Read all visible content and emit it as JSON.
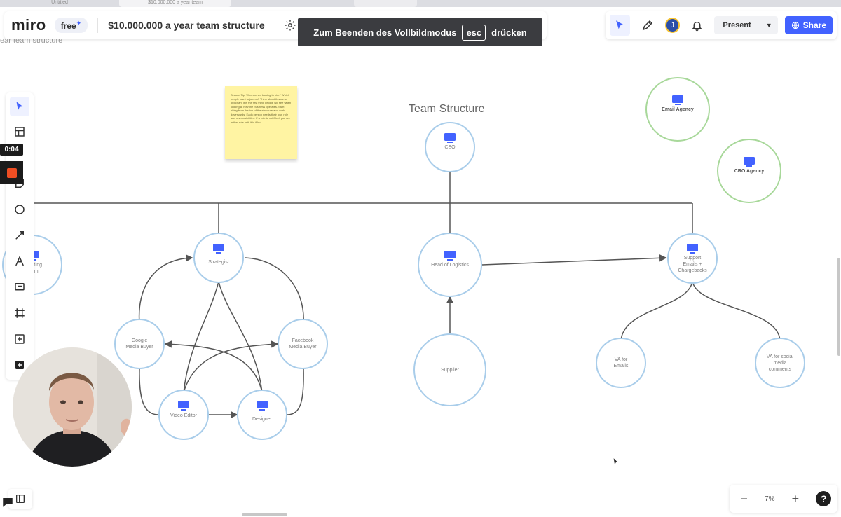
{
  "browser": {
    "tabs": [
      "Untitled",
      "$10.000.000 a year team",
      ""
    ]
  },
  "breadcrumb": "ear team structure",
  "topbar": {
    "logo": "miro",
    "plan_badge": "free",
    "board_title": "$10.000.000 a year team structure",
    "icons": [
      "settings-icon",
      "export-icon",
      "notes-icon",
      "more-icon"
    ]
  },
  "fullscreen_banner": {
    "before": "Zum Beenden des Vollbildmodus",
    "key": "esc",
    "after": "drücken"
  },
  "collab": {
    "avatar_initial": "J",
    "present_label": "Present",
    "share_label": "Share"
  },
  "recorder": {
    "timer": "0:04"
  },
  "board": {
    "heading": "Team Structure",
    "sticky_note_text": "Second Tip: Who are we looking to hire? Which people want to join us? Think about this as an org chart; it is the first thing people will see when looking at how the business operates. Start hiring from the top of the structure and work downwards. Each person needs their own role and responsibilities. If a role is not filled, you are in that role until it is filled.",
    "nodes": [
      {
        "id": "ceo",
        "label": "CEO",
        "icon": true
      },
      {
        "id": "email_agency",
        "label": "Email Agency",
        "icon": true
      },
      {
        "id": "cro_agency",
        "label": "CRO Agency",
        "icon": true
      },
      {
        "id": "branding",
        "label": "Branding Team",
        "icon": true
      },
      {
        "id": "strategist",
        "label": "Strategist",
        "icon": true
      },
      {
        "id": "head_logistics",
        "label": "Head of Logistics",
        "icon": true
      },
      {
        "id": "cs",
        "label": "Support Emails + Chargebacks",
        "icon": true
      },
      {
        "id": "google",
        "label": "Google Media Buyer",
        "icon": false
      },
      {
        "id": "facebook",
        "label": "Facebook Media Buyer",
        "icon": false
      },
      {
        "id": "video",
        "label": "Video Editor",
        "icon": true
      },
      {
        "id": "designer",
        "label": "Designer",
        "icon": true
      },
      {
        "id": "supplier",
        "label": "Supplier",
        "icon": false
      },
      {
        "id": "va_emails",
        "label": "VA for Emails",
        "icon": false
      },
      {
        "id": "va_social",
        "label": "VA for social media comments",
        "icon": false
      }
    ]
  },
  "zoom": {
    "minus": "−",
    "value": "7%",
    "plus": "+",
    "help": "?"
  },
  "colors": {
    "accent": "#4262ff",
    "node_blue": "#a9cdea",
    "node_green": "#a8d89a",
    "sticky": "#fff4a3",
    "banner": "#3b3c40"
  }
}
